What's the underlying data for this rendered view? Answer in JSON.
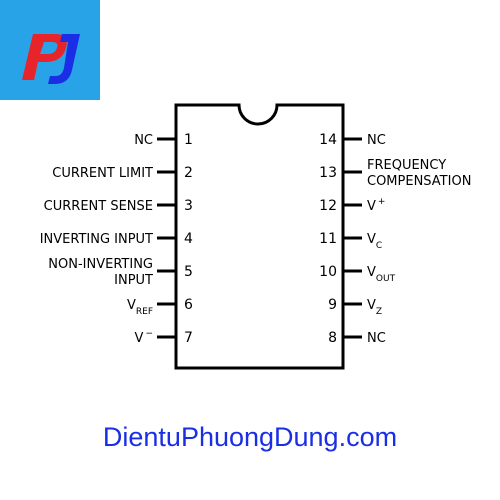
{
  "logo": {
    "text": "PJ",
    "background": "#29a3e8",
    "letter_color": "#e8242b",
    "letter_color_2": "#1a2ee6"
  },
  "website": "DientuPhuongDung.com",
  "ic": {
    "left_pins": [
      {
        "number": "1",
        "label_lines": [
          "NC"
        ]
      },
      {
        "number": "2",
        "label_lines": [
          "CURRENT LIMIT"
        ]
      },
      {
        "number": "3",
        "label_lines": [
          "CURRENT SENSE"
        ]
      },
      {
        "number": "4",
        "label_lines": [
          "INVERTING INPUT"
        ]
      },
      {
        "number": "5",
        "label_lines": [
          "NON-INVERTING",
          "INPUT"
        ]
      },
      {
        "number": "6",
        "label_main": "V",
        "label_sub": "REF"
      },
      {
        "number": "7",
        "label_main": "V",
        "label_sup": "−"
      }
    ],
    "right_pins": [
      {
        "number": "14",
        "label_lines": [
          "NC"
        ]
      },
      {
        "number": "13",
        "label_lines": [
          "FREQUENCY",
          "COMPENSATION"
        ]
      },
      {
        "number": "12",
        "label_main": "V",
        "label_sup": "+"
      },
      {
        "number": "11",
        "label_main": "V",
        "label_sub": "C"
      },
      {
        "number": "10",
        "label_main": "V",
        "label_sub": "OUT"
      },
      {
        "number": "9",
        "label_main": "V",
        "label_sub": "Z"
      },
      {
        "number": "8",
        "label_lines": [
          "NC"
        ]
      }
    ]
  }
}
